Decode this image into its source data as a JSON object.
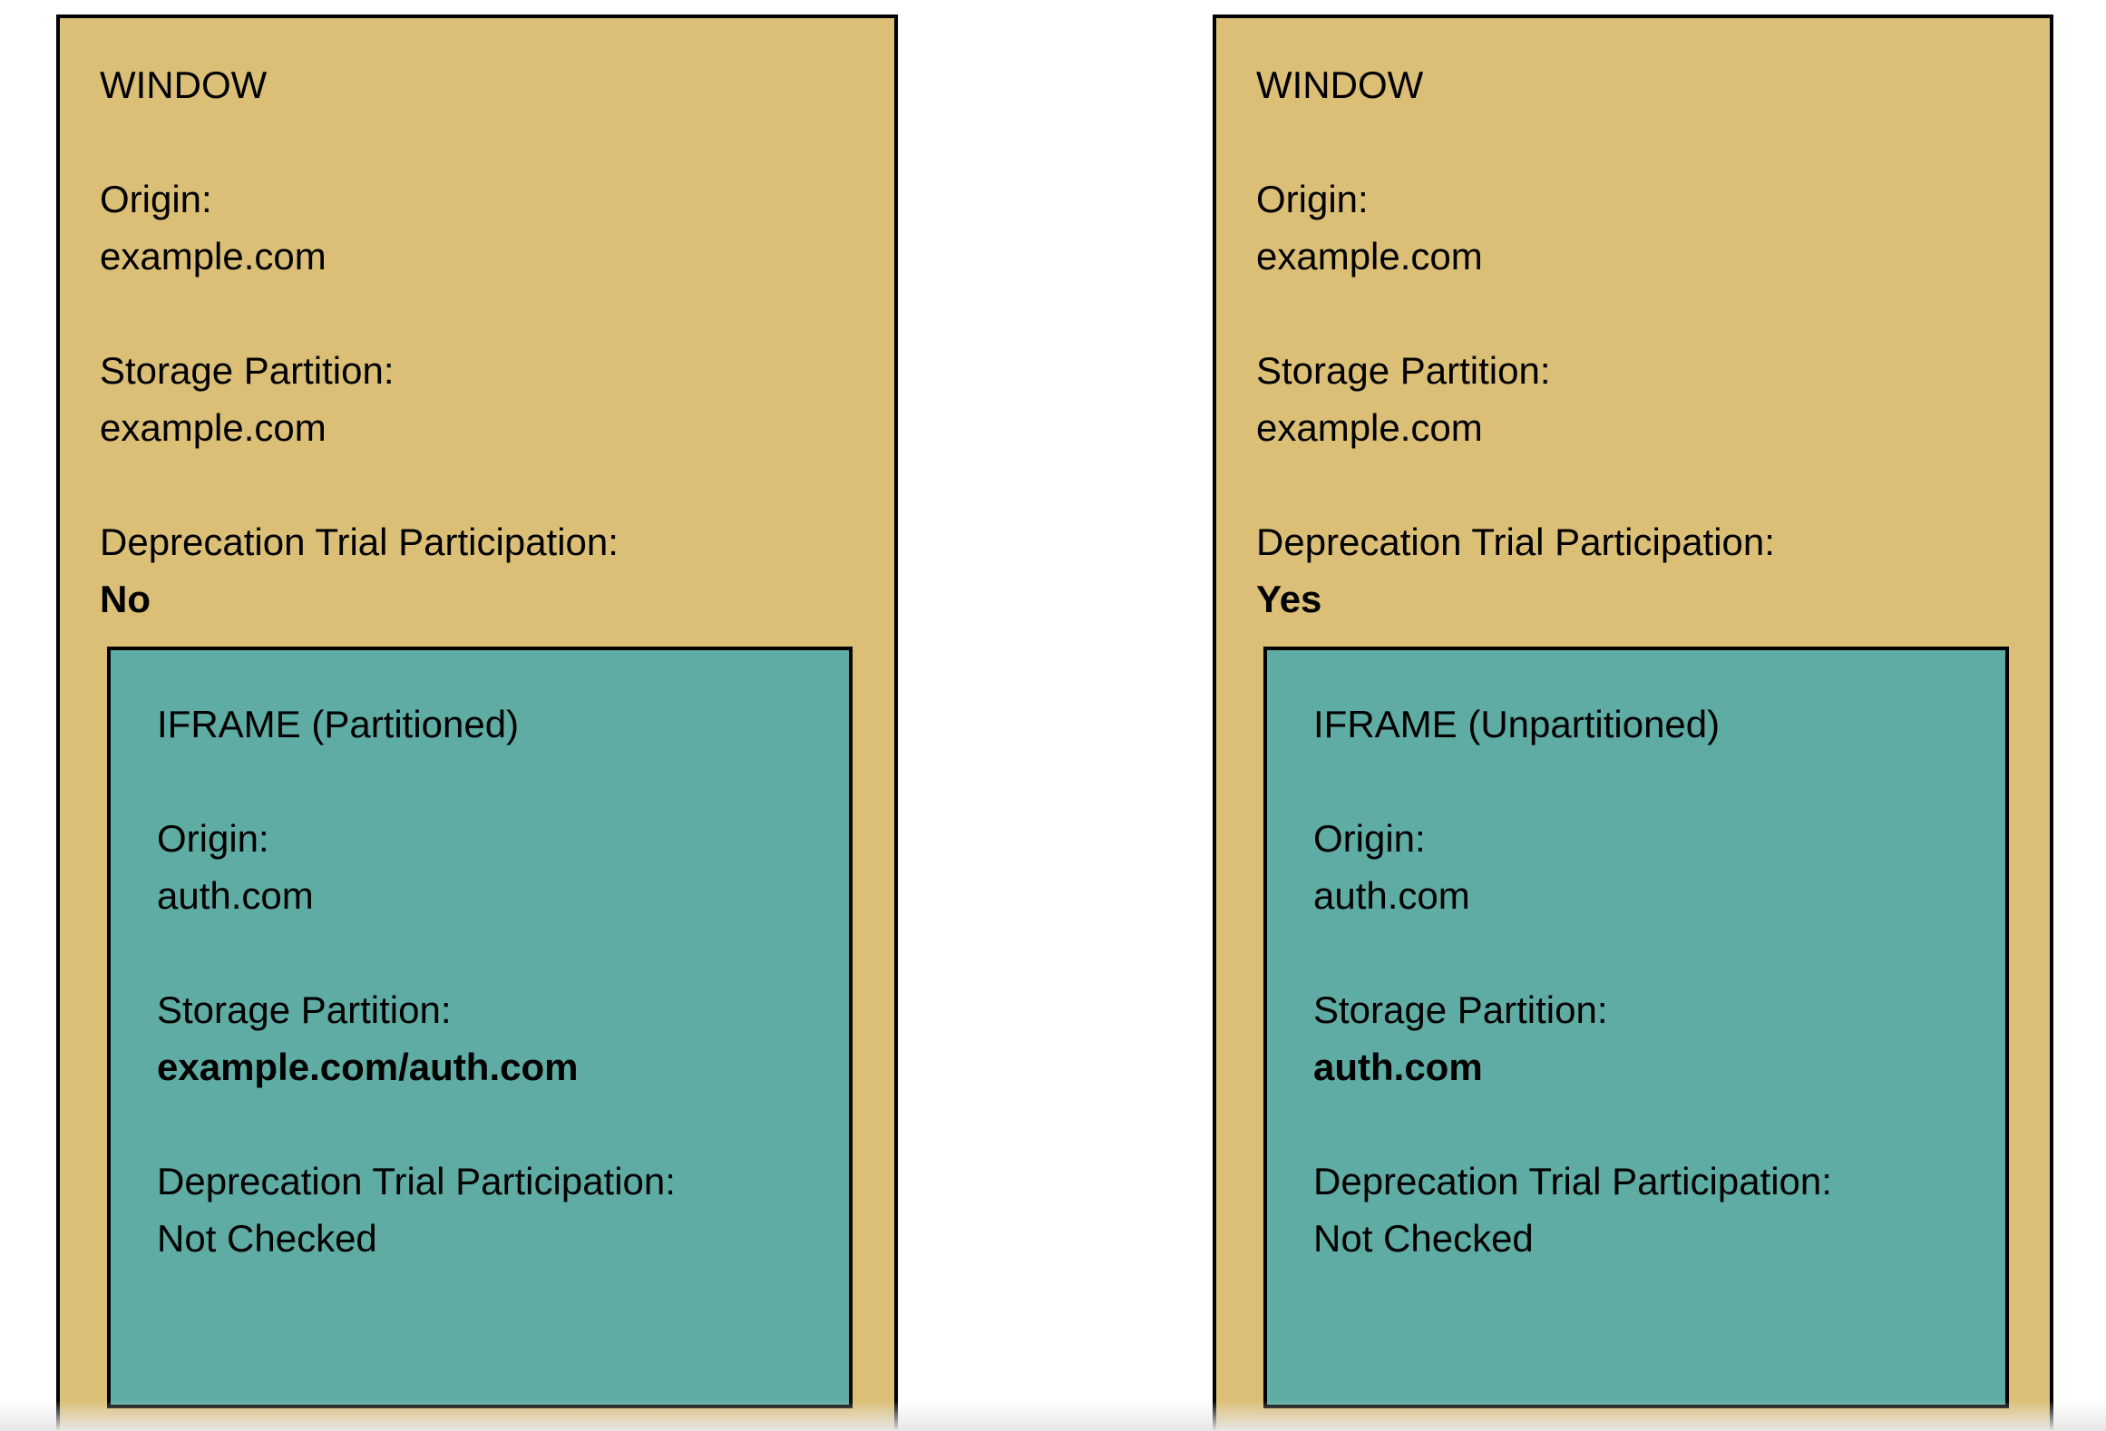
{
  "colors": {
    "window_fill": "#dbbf77",
    "iframe_fill": "#5eaca3",
    "border": "#000000",
    "background": "#ffffff"
  },
  "panels": [
    {
      "window": {
        "title": "WINDOW",
        "origin_label": "Origin:",
        "origin_value": "example.com",
        "storage_label": "Storage Partition:",
        "storage_value": "example.com",
        "trial_label": "Deprecation Trial Participation:",
        "trial_value": "No"
      },
      "iframe": {
        "title": "IFRAME (Partitioned)",
        "origin_label": "Origin:",
        "origin_value": "auth.com",
        "storage_label": "Storage Partition:",
        "storage_value": "example.com/auth.com",
        "trial_label": "Deprecation Trial Participation:",
        "trial_value": "Not Checked"
      }
    },
    {
      "window": {
        "title": "WINDOW",
        "origin_label": "Origin:",
        "origin_value": "example.com",
        "storage_label": "Storage Partition:",
        "storage_value": "example.com",
        "trial_label": "Deprecation Trial Participation:",
        "trial_value": "Yes"
      },
      "iframe": {
        "title": "IFRAME (Unpartitioned)",
        "origin_label": "Origin:",
        "origin_value": "auth.com",
        "storage_label": "Storage Partition:",
        "storage_value": "auth.com",
        "trial_label": "Deprecation Trial Participation:",
        "trial_value": "Not Checked"
      }
    }
  ]
}
